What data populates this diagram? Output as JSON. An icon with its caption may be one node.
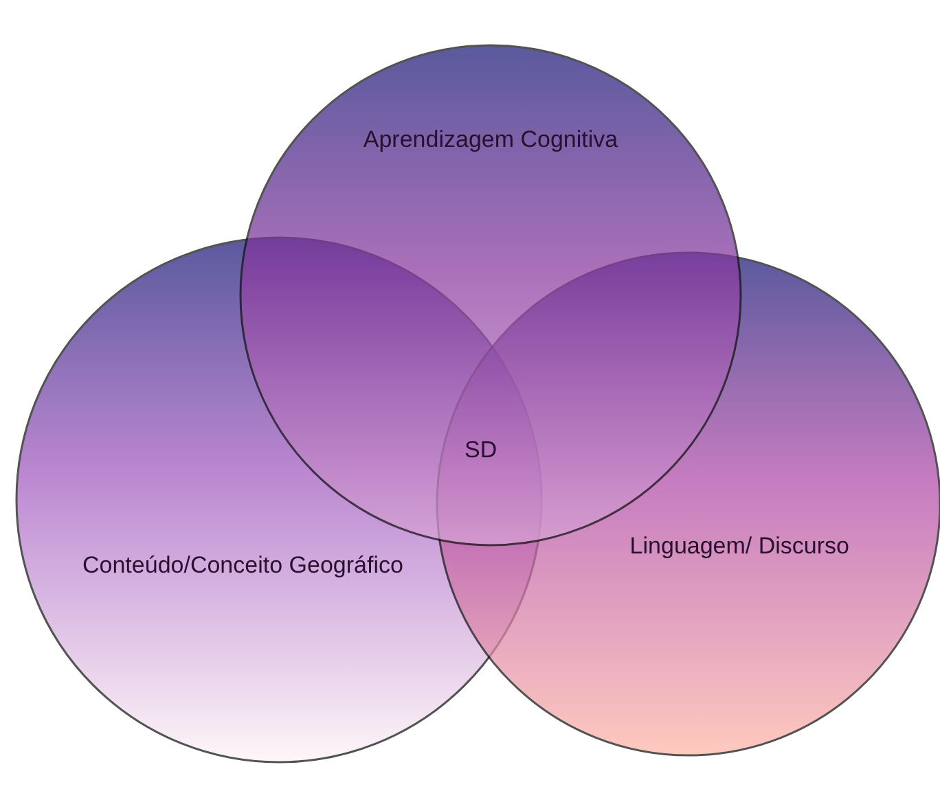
{
  "diagram": {
    "nodes": [
      {
        "text": [
          "Aprendizagem Cognitiva"
        ]
      },
      {
        "text": [
          "Conteúdo/Conceito Geográfico"
        ]
      },
      {
        "text": [
          "Linguagem/ Discurso"
        ]
      }
    ],
    "labels": [
      "SD"
    ]
  }
}
